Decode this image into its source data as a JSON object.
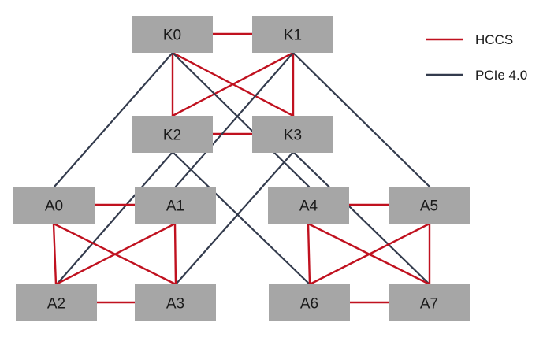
{
  "colors": {
    "hccs": "#c0111f",
    "pcie": "#333b4d",
    "node_fill": "#a6a6a6"
  },
  "legend": [
    {
      "label": "HCCS",
      "kind": "hccs"
    },
    {
      "label": "PCIe 4.0",
      "kind": "pcie"
    }
  ],
  "nodes": [
    {
      "id": "K0",
      "label": "K0"
    },
    {
      "id": "K1",
      "label": "K1"
    },
    {
      "id": "K2",
      "label": "K2"
    },
    {
      "id": "K3",
      "label": "K3"
    },
    {
      "id": "A0",
      "label": "A0"
    },
    {
      "id": "A1",
      "label": "A1"
    },
    {
      "id": "A2",
      "label": "A2"
    },
    {
      "id": "A3",
      "label": "A3"
    },
    {
      "id": "A4",
      "label": "A4"
    },
    {
      "id": "A5",
      "label": "A5"
    },
    {
      "id": "A6",
      "label": "A6"
    },
    {
      "id": "A7",
      "label": "A7"
    }
  ],
  "links": [
    {
      "from": "K0",
      "to": "K1",
      "kind": "hccs"
    },
    {
      "from": "K2",
      "to": "K3",
      "kind": "hccs"
    },
    {
      "from": "K0",
      "to": "K2",
      "kind": "hccs"
    },
    {
      "from": "K0",
      "to": "K3",
      "kind": "hccs"
    },
    {
      "from": "K1",
      "to": "K2",
      "kind": "hccs"
    },
    {
      "from": "K1",
      "to": "K3",
      "kind": "hccs"
    },
    {
      "from": "K0",
      "to": "A0",
      "kind": "pcie"
    },
    {
      "from": "K0",
      "to": "A4",
      "kind": "pcie"
    },
    {
      "from": "K1",
      "to": "A1",
      "kind": "pcie"
    },
    {
      "from": "K1",
      "to": "A5",
      "kind": "pcie"
    },
    {
      "from": "K2",
      "to": "A2",
      "kind": "pcie"
    },
    {
      "from": "K2",
      "to": "A6",
      "kind": "pcie"
    },
    {
      "from": "K3",
      "to": "A3",
      "kind": "pcie"
    },
    {
      "from": "K3",
      "to": "A7",
      "kind": "pcie"
    },
    {
      "from": "A0",
      "to": "A1",
      "kind": "hccs"
    },
    {
      "from": "A2",
      "to": "A3",
      "kind": "hccs"
    },
    {
      "from": "A0",
      "to": "A2",
      "kind": "hccs"
    },
    {
      "from": "A0",
      "to": "A3",
      "kind": "hccs"
    },
    {
      "from": "A1",
      "to": "A2",
      "kind": "hccs"
    },
    {
      "from": "A1",
      "to": "A3",
      "kind": "hccs"
    },
    {
      "from": "A4",
      "to": "A5",
      "kind": "hccs"
    },
    {
      "from": "A6",
      "to": "A7",
      "kind": "hccs"
    },
    {
      "from": "A4",
      "to": "A6",
      "kind": "hccs"
    },
    {
      "from": "A4",
      "to": "A7",
      "kind": "hccs"
    },
    {
      "from": "A5",
      "to": "A6",
      "kind": "hccs"
    },
    {
      "from": "A5",
      "to": "A7",
      "kind": "hccs"
    }
  ]
}
